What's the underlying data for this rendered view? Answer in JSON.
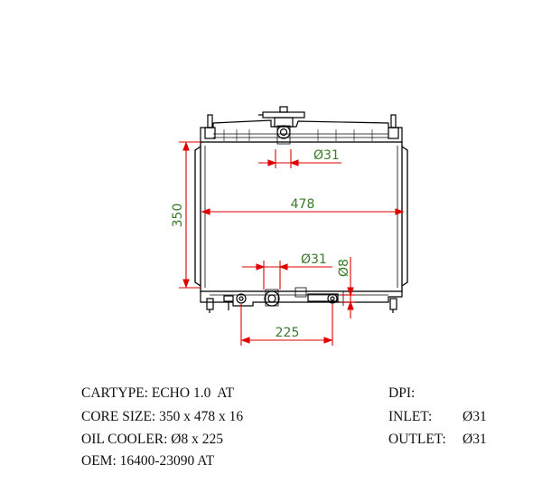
{
  "drawing": {
    "dimensions": {
      "width": "478",
      "height": "350",
      "upper_pipe": "Ø31",
      "lower_pipe": "Ø31",
      "oil_cooler_pipe": "Ø8",
      "oil_cooler_spacing": "225"
    },
    "colors": {
      "line": "#000000",
      "dimension_line": "#e00000",
      "dimension_text": "#3a7a2a"
    }
  },
  "specs": {
    "cartype": "CARTYPE: ECHO 1.0  AT",
    "core_size": "CORE SIZE: 350 x 478 x 16",
    "oil_cooler": "OIL COOLER: Ø8 x 225",
    "oem": "OEM: 16400-23090 AT",
    "dpi": "DPI:",
    "inlet_label": "INLET:",
    "inlet_value": "Ø31",
    "outlet_label": "OUTLET:",
    "outlet_value": "Ø31"
  }
}
